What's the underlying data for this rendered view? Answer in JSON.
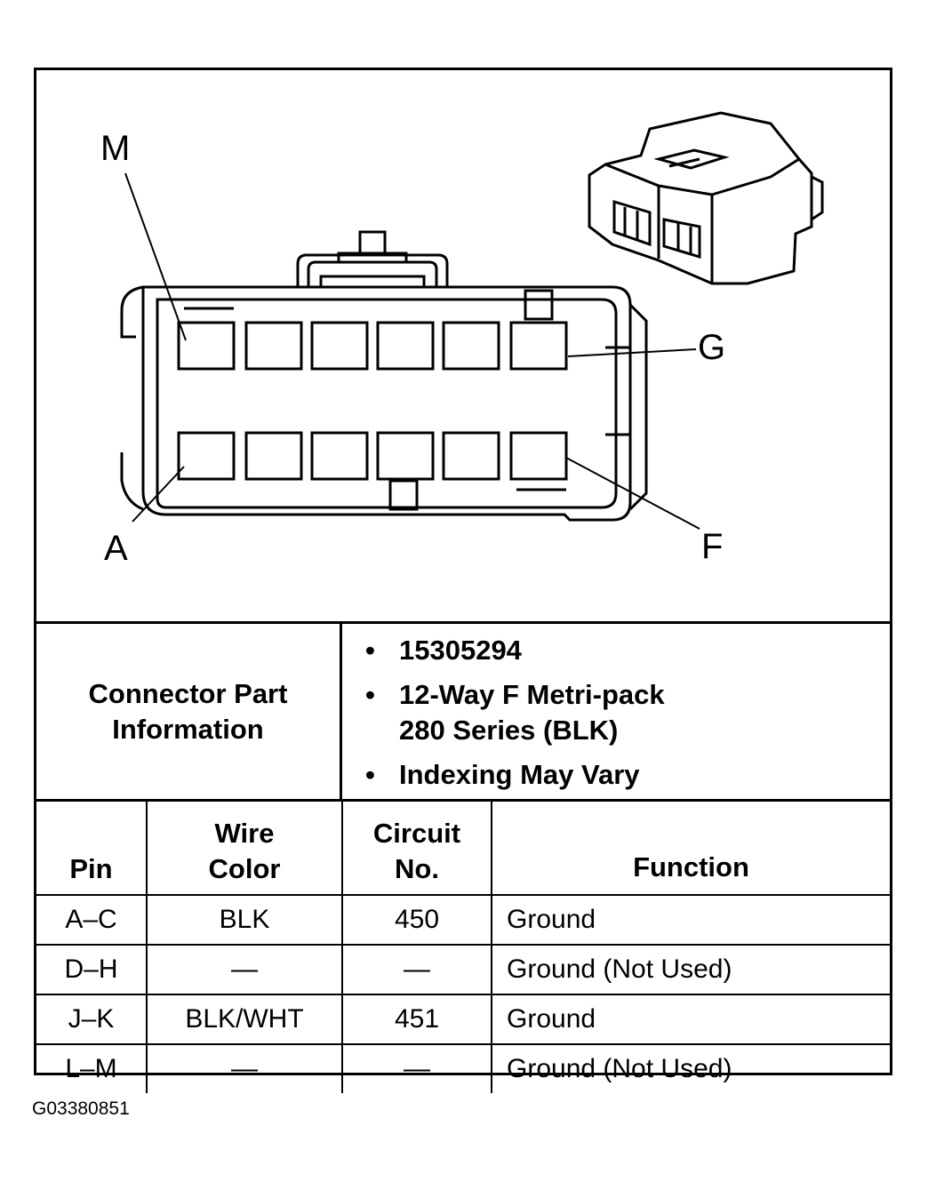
{
  "diagram": {
    "labels": {
      "m": "M",
      "g": "G",
      "a": "A",
      "f": "F"
    }
  },
  "connector_info": {
    "heading_line1": "Connector Part",
    "heading_line2": "Information",
    "part_number": "15305294",
    "type_line1": "12-Way F Metri-pack",
    "type_line2": "280 Series (BLK)",
    "note": "Indexing May Vary"
  },
  "pin_table": {
    "headers": {
      "pin": "Pin",
      "wire_line1": "Wire",
      "wire_line2": "Color",
      "circuit_line1": "Circuit",
      "circuit_line2": "No.",
      "function": "Function"
    },
    "rows": [
      {
        "pin": "A–C",
        "wire_color": "BLK",
        "circuit": "450",
        "function": "Ground"
      },
      {
        "pin": "D–H",
        "wire_color": "—",
        "circuit": "—",
        "function": "Ground (Not Used)"
      },
      {
        "pin": "J–K",
        "wire_color": "BLK/WHT",
        "circuit": "451",
        "function": "Ground"
      },
      {
        "pin": "L–M",
        "wire_color": "—",
        "circuit": "—",
        "function": "Ground (Not Used)"
      }
    ]
  },
  "figure_id": "G03380851"
}
